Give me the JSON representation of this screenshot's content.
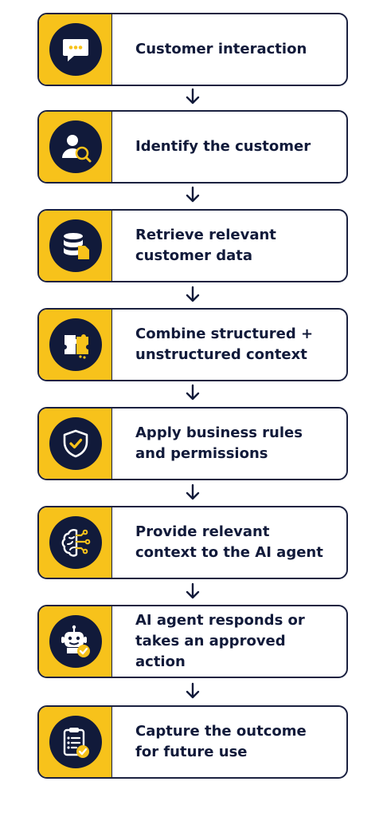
{
  "steps": [
    {
      "label": "Customer interaction",
      "icon": "chat-bubble-icon"
    },
    {
      "label": "Identify the customer",
      "icon": "user-search-icon"
    },
    {
      "label": "Retrieve relevant\ncustomer data",
      "icon": "database-document-icon"
    },
    {
      "label": "Combine structured +\nunstructured context",
      "icon": "puzzle-icon"
    },
    {
      "label": "Apply business rules\nand permissions",
      "icon": "shield-check-icon"
    },
    {
      "label": "Provide relevant\ncontext to the AI agent",
      "icon": "brain-circuit-icon"
    },
    {
      "label": "AI agent responds or\ntakes an approved action",
      "icon": "robot-check-icon"
    },
    {
      "label": "Capture the outcome\nfor future use",
      "icon": "clipboard-check-icon"
    }
  ],
  "colors": {
    "accent": "#f7c21b",
    "navy": "#111a3a",
    "border": "#1b2140"
  }
}
